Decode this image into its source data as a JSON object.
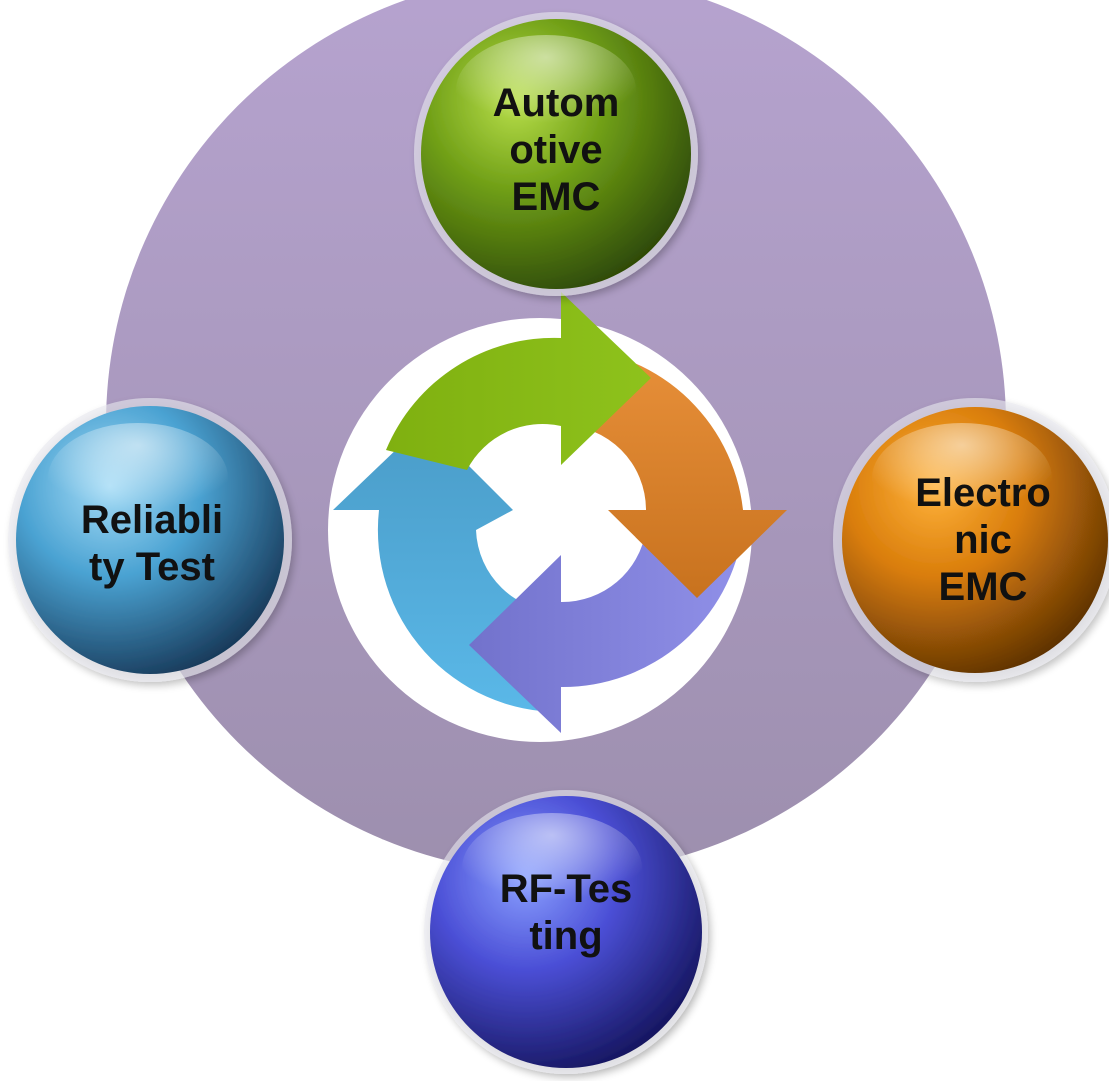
{
  "diagram": {
    "ring_color": "#a898bc",
    "nodes": [
      {
        "id": "automotive",
        "lines": [
          "Autom",
          "otive",
          "EMC"
        ],
        "color": "#6a9a1a"
      },
      {
        "id": "electronic",
        "lines": [
          "Electro",
          "nic",
          "EMC"
        ],
        "color": "#d07a10"
      },
      {
        "id": "rf",
        "lines": [
          "RF-Tes",
          "ting"
        ],
        "color": "#3e3eb8"
      },
      {
        "id": "reliability",
        "lines": [
          "Reliabli",
          "ty Test"
        ],
        "color": "#3b8fc0"
      }
    ],
    "cycle_arrow_colors": [
      "#84b818",
      "#e07c28",
      "#8484dc",
      "#4aa6d8"
    ]
  }
}
